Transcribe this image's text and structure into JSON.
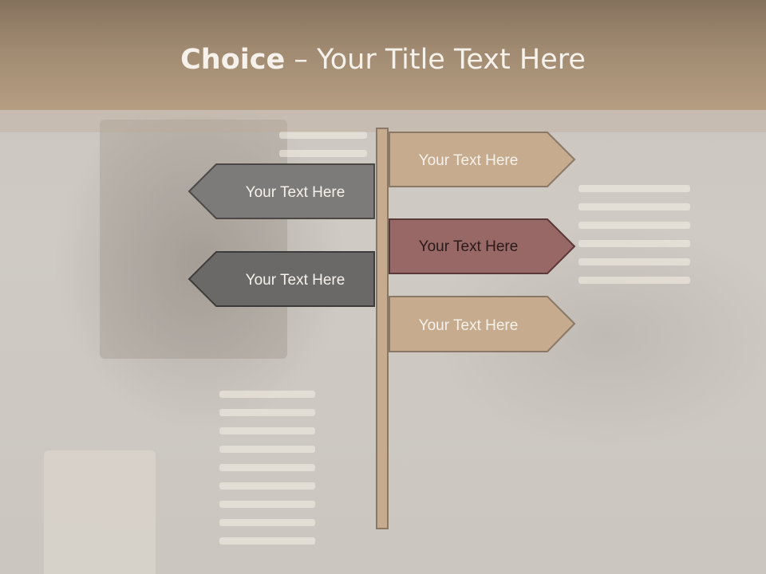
{
  "title": {
    "bold": "Choice",
    "rest": " – Your Title Text Here"
  },
  "signs": {
    "right": [
      {
        "label": "Your Text Here",
        "fill": "#c6ab8e",
        "stroke": "#8a7866",
        "text_color": "#f6f1ea"
      },
      {
        "label": "Your Text Here",
        "fill": "#986866",
        "stroke": "#5a3a38",
        "text_color": "#2a1a18"
      },
      {
        "label": "Your Text Here",
        "fill": "#c6ab8e",
        "stroke": "#8a7866",
        "text_color": "#f6f1ea"
      }
    ],
    "left": [
      {
        "label": "Your Text Here",
        "fill": "#7d7b79",
        "stroke": "#4a4846",
        "text_color": "#f6f1ea"
      },
      {
        "label": "Your Text Here",
        "fill": "#6b6968",
        "stroke": "#3e3c3a",
        "text_color": "#f6f1ea"
      }
    ]
  },
  "colors": {
    "header": "#a08a71",
    "post": "#c6ab8e"
  }
}
